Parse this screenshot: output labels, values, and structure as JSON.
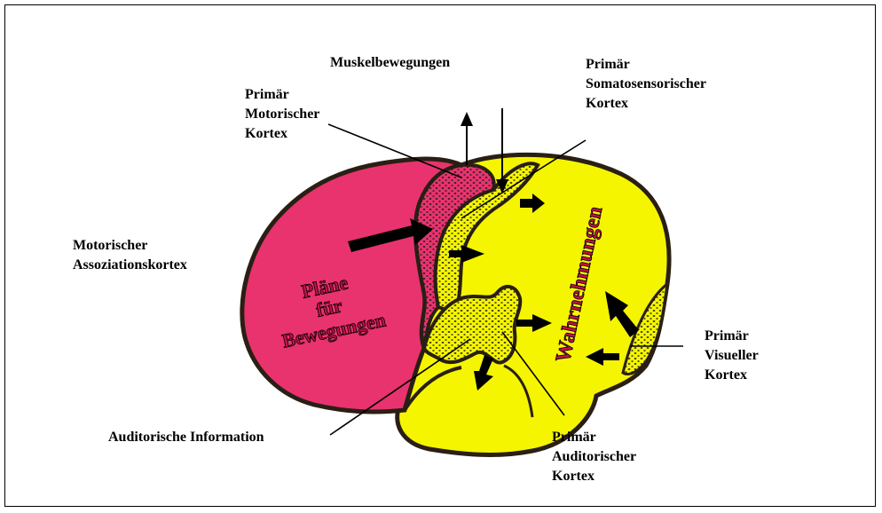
{
  "labels": {
    "muskel": "Muskelbewegungen",
    "primaer_motor": [
      "Primär",
      "Motorischer",
      "Kortex"
    ],
    "primaer_somato": [
      "Primär",
      "Somatosensorischer",
      "Kortex"
    ],
    "motor_assoz": [
      "Motorischer",
      "Assoziationskortex"
    ],
    "primaer_visuell": [
      "Primär",
      "Visueller",
      "Kortex"
    ],
    "auditorische_info": "Auditorische Information",
    "primaer_audit": [
      "Primär",
      "Auditorischer",
      "Kortex"
    ]
  },
  "inner_text": {
    "plans": [
      "Pläne",
      "für",
      "Bewegungen"
    ],
    "wahrnehmungen": "Wahrnehmungen"
  },
  "colors": {
    "motor_region": "#e8336e",
    "sensory_region": "#f5f500",
    "outline": "#2a1f14",
    "arrow": "#000000"
  }
}
